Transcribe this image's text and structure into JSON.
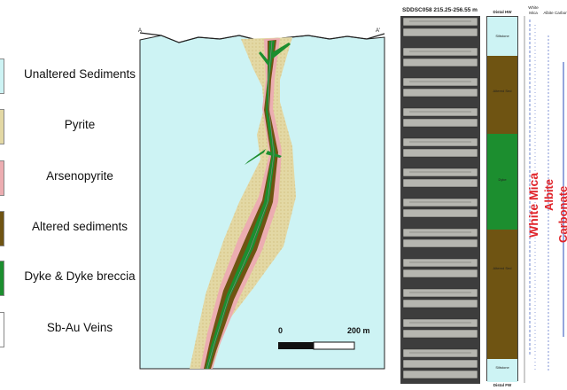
{
  "legend": {
    "items": [
      {
        "label": "Unaltered Sediments",
        "color": "#cdf3f4"
      },
      {
        "label": "Pyrite",
        "color": "#e3d8a4"
      },
      {
        "label": "Arsenopyrite",
        "color": "#ecadb1"
      },
      {
        "label": "Altered sediments",
        "color": "#6f5412"
      },
      {
        "label": "Dyke & Dyke breccia",
        "color": "#1c8e2f"
      },
      {
        "label": "Sb-Au Veins",
        "color": "#ffffff"
      }
    ]
  },
  "section": {
    "label_a": "A",
    "label_a_prime": "A'",
    "scale": {
      "start": "0",
      "end": "200 m"
    }
  },
  "core": {
    "title": "SDDSC058 215.25-256.55 m",
    "top_label": "Distal HW",
    "bottom_label": "Distal FW",
    "units": [
      {
        "label": "Siltstone",
        "color": "#cdf3f4"
      },
      {
        "label": "Altered Sed",
        "color": "#6f5412"
      },
      {
        "label": "Dyke",
        "color": "#1c8e2f"
      },
      {
        "label": "Altered Sed",
        "color": "#6f5412"
      },
      {
        "label": "Siltstone",
        "color": "#cdf3f4"
      }
    ]
  },
  "geochem": {
    "header": [
      "White",
      "Mica",
      "Albite",
      "Carbonate"
    ],
    "minerals": [
      "White Mica",
      "Albite",
      "Carbonate"
    ]
  }
}
